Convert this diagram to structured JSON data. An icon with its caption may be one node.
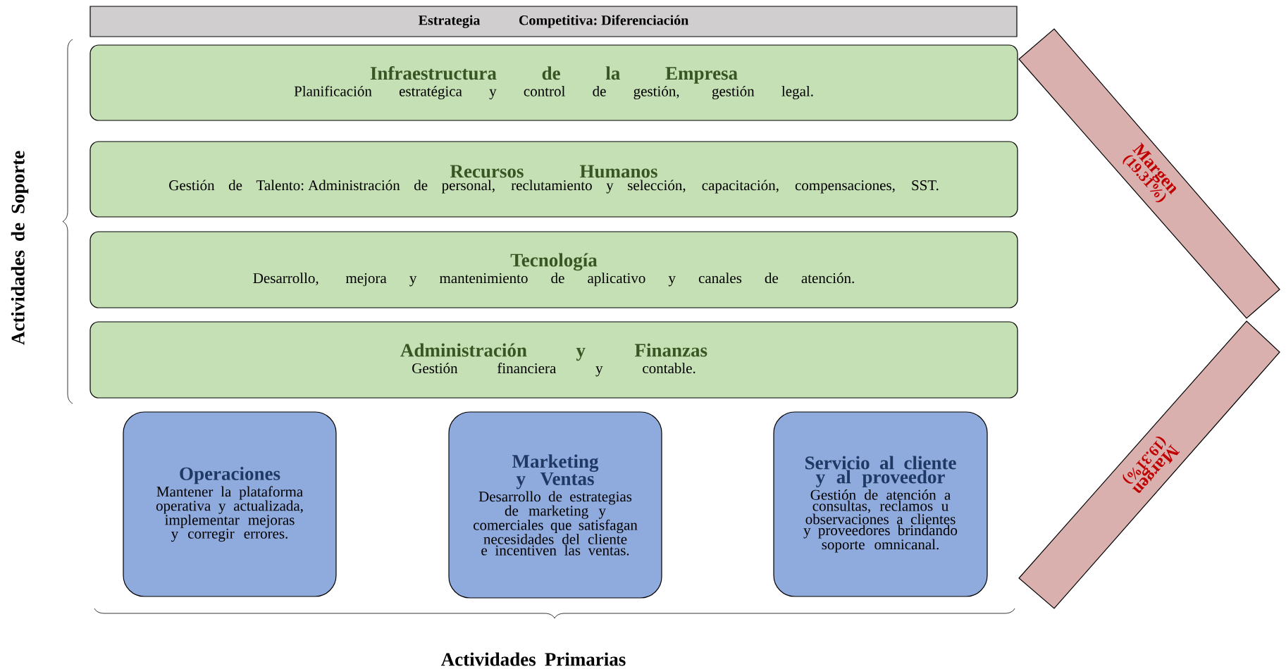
{
  "diagram": {
    "nodes": [
      {
        "text": [
          "Estrategia Competitiva: Diferenciación"
        ]
      },
      {
        "text": [
          "Infraestructura de la Empresa",
          "Planificación estratégica y control de gestión, gestión legal."
        ]
      },
      {
        "text": [
          "Recursos Humanos",
          "Gestión de Talento: Administración de personal, reclutamiento y selección, capacitación, compensaciones, SST."
        ]
      },
      {
        "text": [
          "Tecnología",
          "Desarrollo, mejora y mantenimiento de aplicativo y canales de atención."
        ]
      },
      {
        "text": [
          "Administración y Finanzas",
          "Gestión financiera y contable."
        ]
      },
      {
        "text": [
          "Operaciones",
          "Mantener la plataforma operativa y actualizada, implementar mejoras y corregir errores."
        ]
      },
      {
        "text": [
          "Marketing y Ventas",
          "Desarrollo de estrategias de marketing y comerciales que satisfagan necesidades del cliente e incentiven las ventas."
        ]
      },
      {
        "text": [
          "Servicio al cliente y al proveedor",
          "Gestión de atención a consultas, reclamos u observaciones a clientes y proveedores brindando soporte omnicanal."
        ]
      },
      {
        "text": [
          "Margen",
          "(19.31%)"
        ]
      },
      {
        "text": [
          "Margen",
          "(19.31%)"
        ]
      }
    ],
    "labels": [
      "Actividades de Soporte",
      "Actividades Primarias"
    ]
  }
}
